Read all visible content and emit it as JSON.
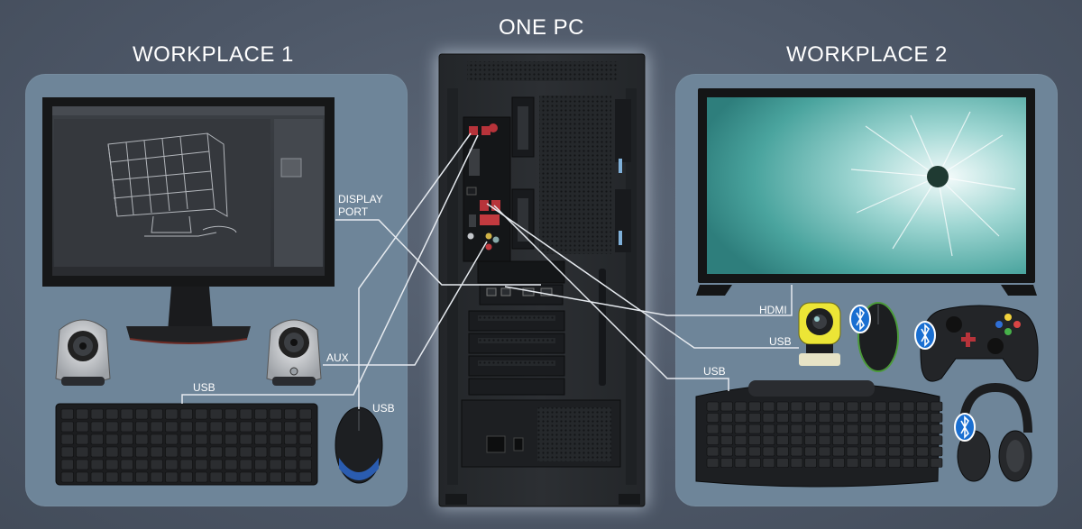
{
  "titles": {
    "center": "ONE PC",
    "left": "WORKPLACE 1",
    "right": "WORKPLACE 2"
  },
  "labels": {
    "display_port_line1": "DISPLAY",
    "display_port_line2": "PORT",
    "aux": "AUX",
    "usb_keyboard_left": "USB",
    "usb_mouse_left": "USB",
    "hdmi": "HDMI",
    "usb_webcam": "USB",
    "usb_keyboard_right": "USB"
  },
  "icons": {
    "bluetooth": "bluetooth-icon"
  },
  "colors": {
    "background": "#4c5666",
    "panel": "#6e8599",
    "cable": "#e6eaef",
    "pc_glow": "#dbe8f5",
    "bluetooth": "#1a6fd1"
  }
}
